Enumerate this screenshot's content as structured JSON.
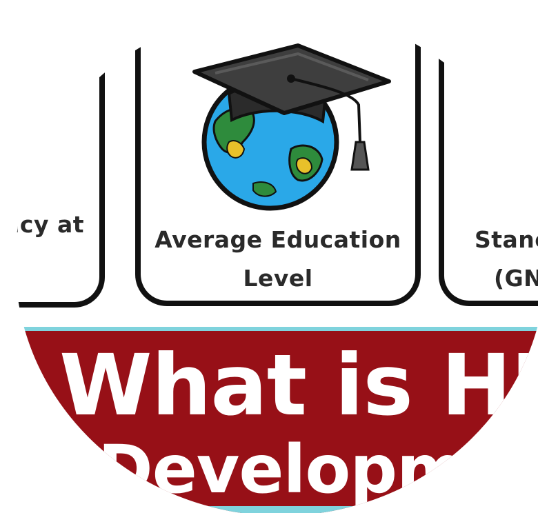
{
  "cards": {
    "left_label": "ıcy at",
    "middle_label_line1": "Average Education",
    "middle_label_line2": "Level",
    "right_label_line1": "Stanc",
    "right_label_line2": "(GNF"
  },
  "banner": {
    "headline": "What is HDI",
    "subline": "Developme"
  },
  "colors": {
    "banner_red": "#971017",
    "accent_teal": "#7fd3dd",
    "card_border": "#111111",
    "text_dark": "#2a2a2a"
  },
  "icons": {
    "education": "graduation-cap-globe-icon"
  }
}
